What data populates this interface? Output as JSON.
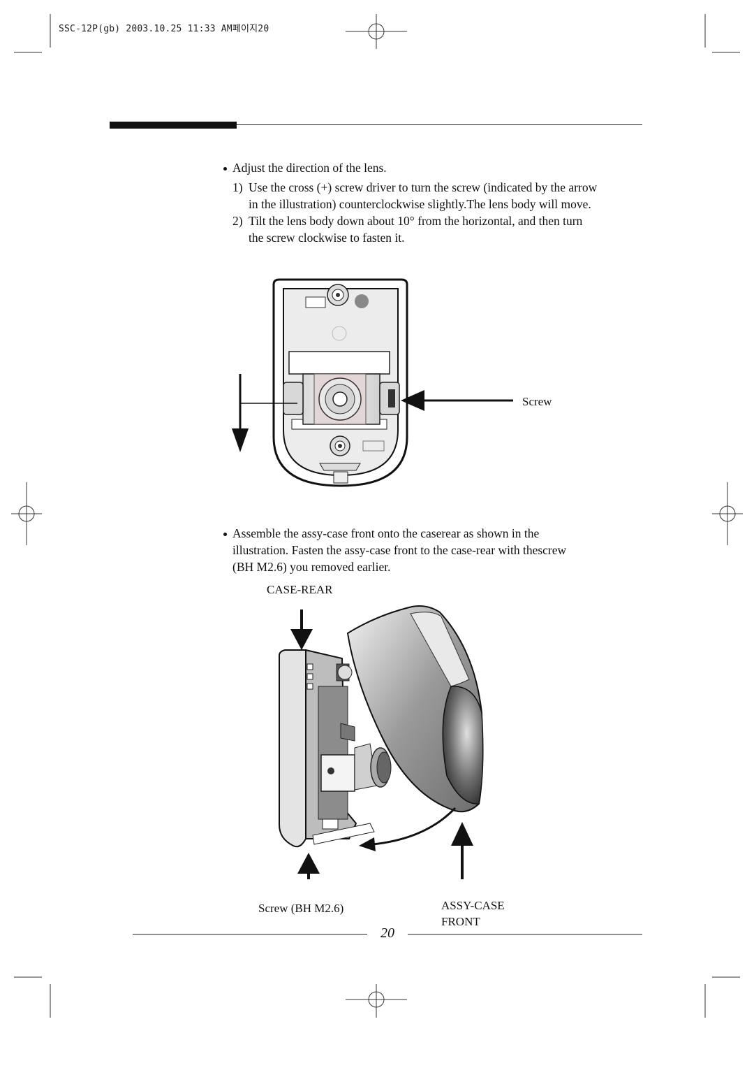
{
  "print_header": "SSC-12P(gb) 2003.10.25 11:33 AM페이지20",
  "section1": {
    "bullet": "Adjust the direction of the lens.",
    "steps": [
      {
        "num": "1)",
        "line1": "Use the cross (+) screw driver to turn the screw (indicated by the arrow",
        "line2": "in the illustration) counterclockwise slightly.The lens body will move."
      },
      {
        "num": "2)",
        "line1": "Tilt the lens body down about 10° from the horizontal, and then turn",
        "line2": "the screw clockwise to fasten it."
      }
    ],
    "figure_label_screw": "Screw"
  },
  "section2": {
    "bullet_lines": [
      "Assemble the assy-case front onto the caserear as shown in the",
      "illustration. Fasten the assy-case front to the case-rear with thescrew",
      "(BH M2.6) you removed earlier."
    ],
    "label_case_rear": "CASE-REAR",
    "label_screw_bh": "Screw (BH M2.6)",
    "label_assy_case": "ASSY-CASE",
    "label_front": "FRONT"
  },
  "page_number": "20"
}
